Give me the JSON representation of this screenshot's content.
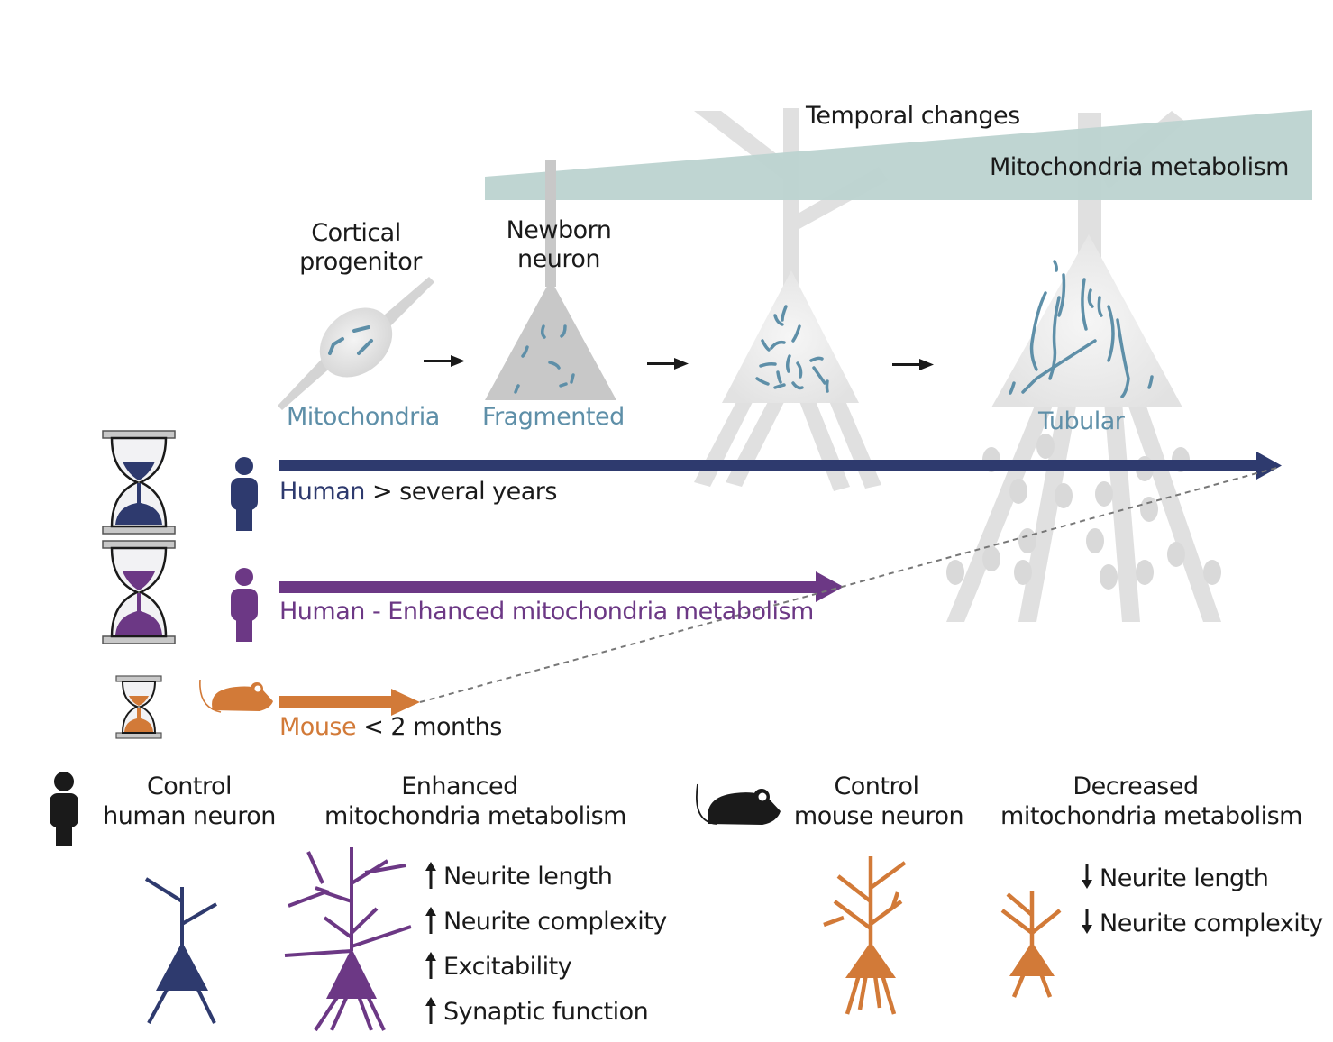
{
  "colors": {
    "navy": "#2e3a6e",
    "purple": "#6c3885",
    "orange": "#d27a38",
    "mito_blue": "#5e8fa8",
    "metabolism_band": "#bcd3d0",
    "neuron_grey": "#d9d9d9",
    "black": "#1a1a1a"
  },
  "top": {
    "temporal_changes": "Temporal changes",
    "metabolism_band_label": "Mitochondria metabolism"
  },
  "stages": [
    {
      "title_line1": "Cortical",
      "title_line2": "progenitor",
      "mito_label": "Mitochondria"
    },
    {
      "title_line1": "Newborn",
      "title_line2": "neuron",
      "mito_label": "Fragmented"
    },
    {
      "title_line1": "",
      "title_line2": "",
      "mito_label": ""
    },
    {
      "title_line1": "",
      "title_line2": "",
      "mito_label": "Tubular"
    }
  ],
  "timelines": [
    {
      "species": "Human",
      "species_color": "navy",
      "rest": " > several years",
      "duration_fraction": 1.0
    },
    {
      "species": "Human - Enhanced mitochondria metabolism",
      "species_color": "purple",
      "rest": "",
      "duration_fraction": 0.56
    },
    {
      "species": "Mouse",
      "species_color": "orange",
      "rest": " < 2 months",
      "duration_fraction": 0.14
    }
  ],
  "bottom": {
    "control_human": {
      "line1": "Control",
      "line2": "human neuron"
    },
    "enhanced": {
      "line1": "Enhanced",
      "line2": "mitochondria metabolism"
    },
    "control_mouse": {
      "line1": "Control",
      "line2": "mouse neuron"
    },
    "decreased": {
      "line1": "Decreased",
      "line2": "mitochondria metabolism"
    },
    "enhanced_effects": [
      {
        "direction": "up",
        "label": "Neurite length"
      },
      {
        "direction": "up",
        "label": "Neurite complexity"
      },
      {
        "direction": "up",
        "label": "Excitability"
      },
      {
        "direction": "up",
        "label": "Synaptic function"
      }
    ],
    "decreased_effects": [
      {
        "direction": "down",
        "label": "Neurite length"
      },
      {
        "direction": "down",
        "label": "Neurite complexity"
      }
    ],
    "arrow_up_glyph": "🠕",
    "arrow_down_glyph": "🠗"
  }
}
